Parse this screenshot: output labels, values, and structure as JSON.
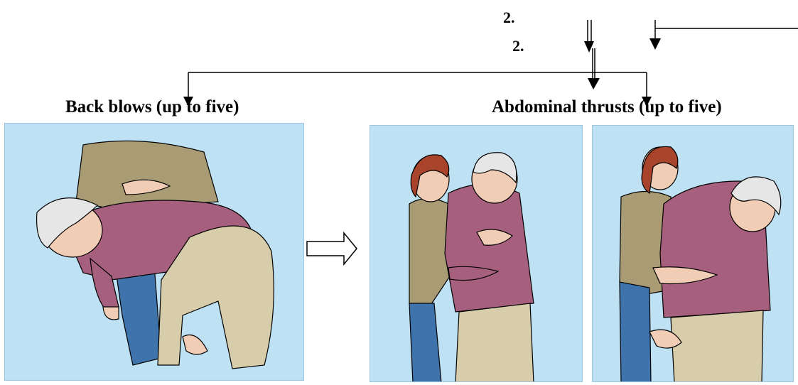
{
  "annotations": {
    "step_number_top": "2.",
    "step_number_bottom": "2."
  },
  "sections": {
    "back_blows_title": "Back blows (up to five)",
    "abdominal_thrusts_title": "Abdominal thrusts (up to five)"
  },
  "colors": {
    "panel_background": "#bfe1f4",
    "rescuer_hair": "#a9442c",
    "rescuer_top": "#a99c74",
    "rescuer_jeans": "#3f73ac",
    "casualty_sweater": "#a65f7c",
    "casualty_trousers": "#d8cdab",
    "casualty_hair": "#e6e6e6",
    "skin": "#f2cdb5"
  },
  "illustrations": [
    "back-blows-illustration",
    "abdominal-thrust-illustration-front",
    "abdominal-thrust-illustration-side"
  ]
}
